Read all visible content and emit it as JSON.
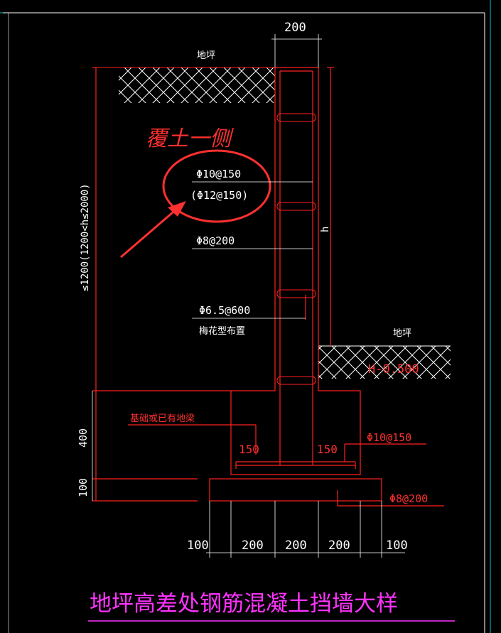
{
  "labels": {
    "dim_top": "200",
    "ground_top": "地坪",
    "soil_side": "覆土一侧",
    "rebar_main": "Φ10@150",
    "rebar_main_alt": "(Φ12@150)",
    "rebar_dist": "Φ8@200",
    "rebar_tie": "Φ6.5@600",
    "tie_layout": "梅花型布置",
    "h_label": "h",
    "height_range": "≤1200(1200<h≤2000)",
    "ground_right": "地坪",
    "elevation": "H-0.500",
    "foundation_note": "基础或已有地梁",
    "footing_left": "150",
    "footing_right": "150",
    "footing_rebar": "Φ10@150",
    "bottom_rebar": "Φ8@200",
    "dim_400": "400",
    "dim_100_side": "100",
    "bottom_dims": [
      "100",
      "200",
      "200",
      "200",
      "100"
    ],
    "title": "地坪高差处钢筋混凝土挡墙大样"
  },
  "colors": {
    "background": "#000000",
    "outline": "#ff2020",
    "dimension": "#ffffff",
    "title": "#ff33ff",
    "frame": "#00c8c8"
  }
}
